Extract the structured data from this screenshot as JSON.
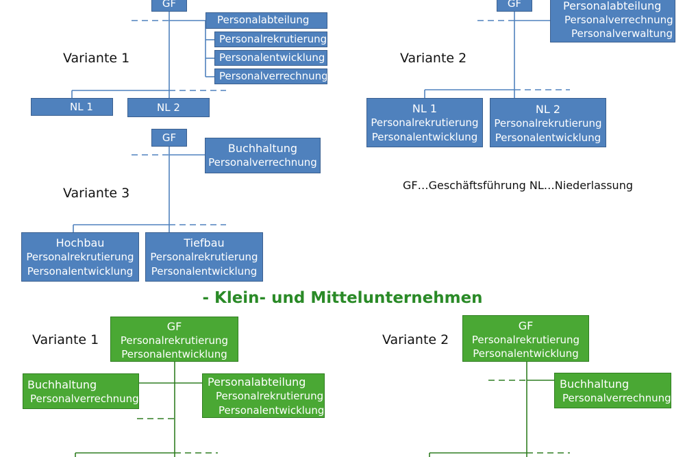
{
  "blue_v1": {
    "label": "Variante 1",
    "gf": "GF",
    "staff_title": "Personalabteilung",
    "staff_sub": [
      "Personalrekrutierung",
      "Personalentwicklung",
      "Personalverrechnung"
    ],
    "nl1": "NL 1",
    "nl2": "NL 2"
  },
  "blue_v2": {
    "label": "Variante 2",
    "gf": "GF",
    "staff": [
      "Personalabteilung",
      "Personalverrechnung",
      "Personalverwaltung"
    ],
    "nl1": [
      "NL 1",
      "Personalrekrutierung",
      "Personalentwicklung"
    ],
    "nl2": [
      "NL 2",
      "Personalrekrutierung",
      "Personalentwicklung"
    ]
  },
  "blue_v3": {
    "label": "Variante 3",
    "gf": "GF",
    "staff": [
      "Buchhaltung",
      "Personalverrechnung"
    ],
    "left": [
      "Hochbau",
      "Personalrekrutierung",
      "Personalentwicklung"
    ],
    "right": [
      "Tiefbau",
      "Personalrekrutierung",
      "Personalentwicklung"
    ]
  },
  "legend": [
    "GF…Geschäftsführung",
    "NL…Niederlassung"
  ],
  "heading": "- Klein- und Mittelunternehmen",
  "green_v1": {
    "label": "Variante 1",
    "gf": [
      "GF",
      "Personalrekrutierung",
      "Personalentwicklung"
    ],
    "left": [
      "Buchhaltung",
      "Personalverrechnung"
    ],
    "right": [
      "Personalabteilung",
      "Personalrekrutierung",
      "Personalentwicklung"
    ]
  },
  "green_v2": {
    "label": "Variante 2",
    "gf": [
      "GF",
      "Personalrekrutierung",
      "Personalentwicklung"
    ],
    "staff": [
      "Buchhaltung",
      "Personalverrechnung"
    ]
  },
  "colors": {
    "blue_box": "#4f81bd",
    "green_box": "#4aa834",
    "heading": "#2a8a27",
    "connector": "#4f81bd"
  }
}
